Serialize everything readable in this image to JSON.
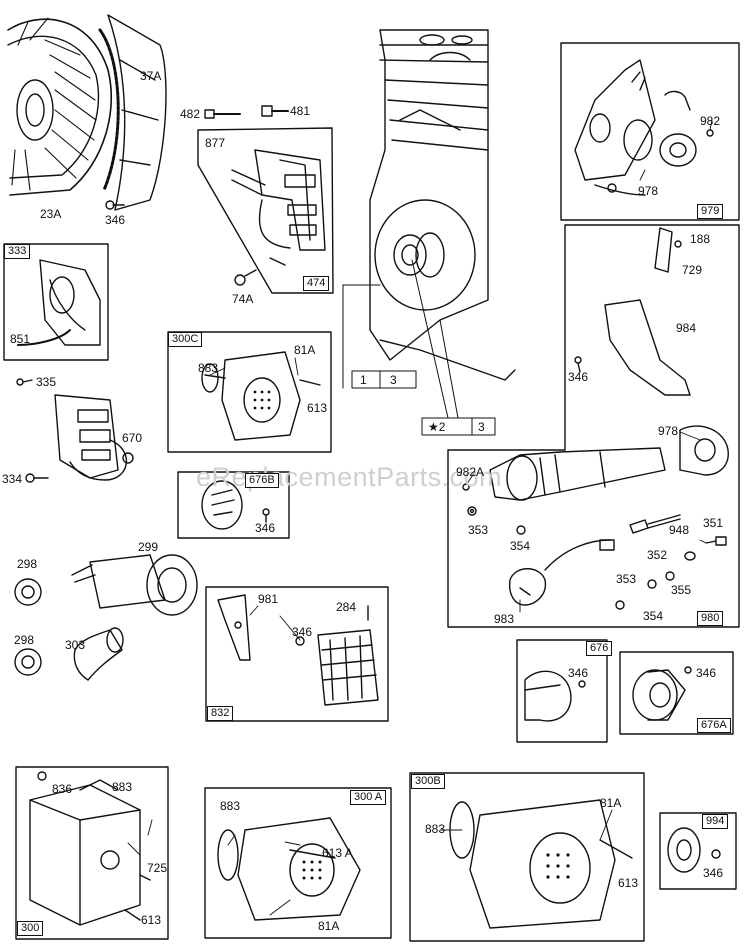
{
  "watermark": "eReplacementParts.com",
  "parts": {
    "p23A": "23A",
    "p37A": "37A",
    "p346a": "346",
    "p482": "482",
    "p481": "481",
    "p877": "877",
    "p474": "474",
    "p74A": "74A",
    "p333": "333",
    "p851": "851",
    "p335": "335",
    "p670": "670",
    "p334": "334",
    "p300C": "300C",
    "p81Aa": "81A",
    "p883a": "883",
    "p613a": "613",
    "p676B": "676B",
    "p346b": "346",
    "p1": "1",
    "p3a": "3",
    "p2": "2",
    "p3b": "3",
    "p982": "982",
    "p978a": "978",
    "p979": "979",
    "p188": "188",
    "p729": "729",
    "p984": "984",
    "p346c": "346",
    "p978b": "978",
    "p982A": "982A",
    "p353a": "353",
    "p354a": "354",
    "p948": "948",
    "p351": "351",
    "p352": "352",
    "p353b": "353",
    "p355": "355",
    "p354b": "354",
    "p983": "983",
    "p980": "980",
    "p298a": "298",
    "p299": "299",
    "p298b": "298",
    "p303": "303",
    "p981": "981",
    "p284": "284",
    "p346d": "346",
    "p832": "832",
    "p676": "676",
    "p346e": "346",
    "p346f": "346",
    "p676A": "676A",
    "p836": "836",
    "p883b": "883",
    "p725": "725",
    "p613b": "613",
    "p300": "300",
    "p883c": "883",
    "p300A": "300 A",
    "p613A": "613 A",
    "p81Ab": "81A",
    "p300B": "300B",
    "p883d": "883",
    "p81Ac": "81A",
    "p613c": "613",
    "p994": "994",
    "p346g": "346"
  }
}
